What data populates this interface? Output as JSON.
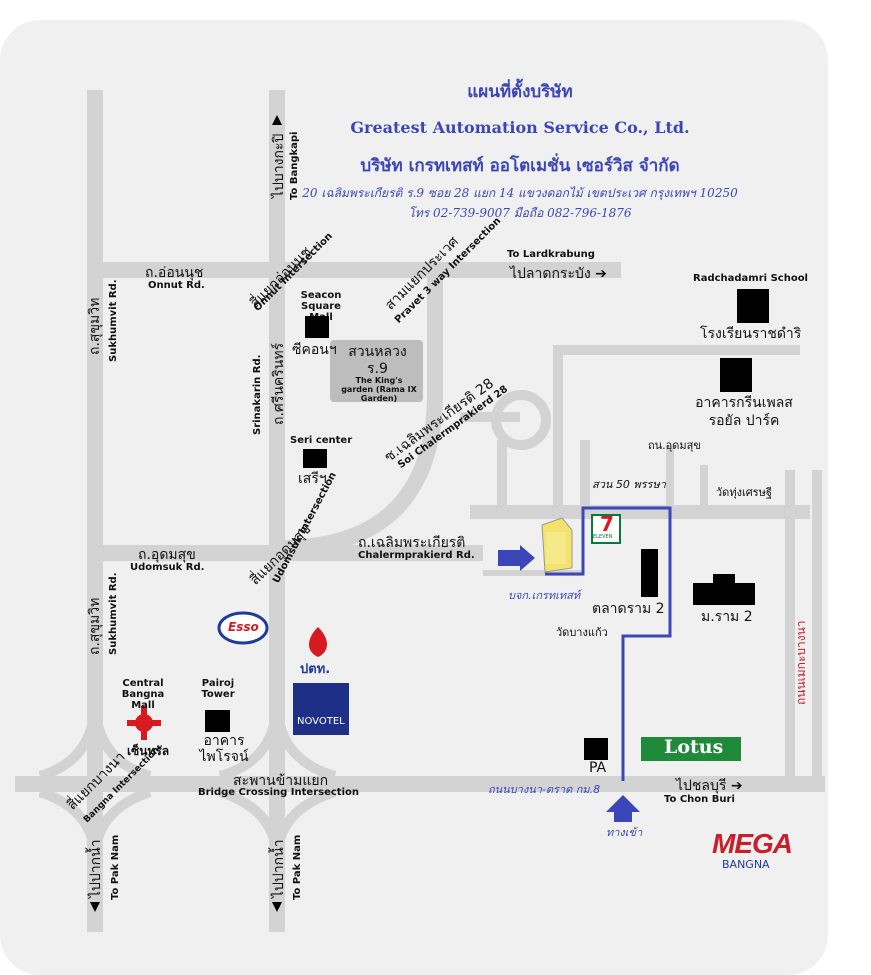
{
  "header": {
    "title_th": "แผนที่ตั้งบริษัท",
    "company_en": "Greatest Automation Service Co., Ltd.",
    "company_th": "บริษัท เกรทเทสท์ ออโตเมชั่น เซอร์วิส จำกัด",
    "address": "20 เฉลิมพระเกียรติ ร.9 ซอย 28 แยก 14 แขวงดอกไม้ เขตประเวศ กรุงเทพฯ 10250",
    "phone": "โทร 02-739-9007 มือถือ 082-796-1876"
  },
  "roads": {
    "to_bangkapi_th": "ไปบางกะปิ",
    "to_bangkapi_en": "To Bangkapi",
    "onnut_th": "ถ.อ่อนนุช",
    "onnut_en": "Onnut Rd.",
    "onnut_int_th": "สี่แยกอ่อนนุช",
    "onnut_int_en": "Onnut Intersection",
    "pravet_int_th": "สามแยกประเวศ",
    "pravet_int_en": "Pravet 3 way Intersection",
    "to_lardkrabung_en": "To Lardkrabung",
    "to_lardkrabung_th": "ไปลาดกระบัง ➔",
    "sukhumvit_th": "ถ.สุขุมวิท",
    "sukhumvit_en": "Sukhumvit Rd.",
    "srinakarin_en": "Srinakarin Rd.",
    "srinakarin_th": "ถ.ศรีนครินทร์",
    "soi28_th": "ซ.เฉลิมพระเกียรติ 28",
    "soi28_en": "Soi Chalermprakierd 28",
    "udomsuk_th": "ถ.อุดมสุข",
    "udomsuk_en": "Udomsuk Rd.",
    "udomsuk_int_th": "สี่แยกอุดมสุข",
    "udomsuk_int_en": "Udomsuk Intersection",
    "chalerm_th": "ถ.เฉลิมพระเกียรติ",
    "chalerm_en": "Chalermprakierd Rd.",
    "bangna_int_th": "สี่แยกบางนา",
    "bangna_int_en": "Bangna Intersection",
    "bridge_th": "สะพานข้ามแยก",
    "bridge_en": "Bridge Crossing Intersection",
    "bangna_trat": "ถนนบางนา-ตราด กม.8",
    "to_chonburi_th": "ไปชลบุรี ➔",
    "to_chonburi_en": "To Chon Buri",
    "to_paknam_th": "ไปปากน้ำ",
    "to_paknam_en": "To Pak Nam",
    "suan50": "สวน 50 พรรษา",
    "udomsuk_small": "ถน.อุดมสุข",
    "wat_thung": "วัดทุ่งเศรษฐี",
    "wat_bangkaeo": "วัดบางแก้ว",
    "entrance": "ทางเข้า",
    "mega_road": "ถนนเมกะบางนา"
  },
  "places": {
    "seacon_en": "Seacon Square Mall",
    "seacon_th": "ซีคอนฯ",
    "rama9_th": "สวนหลวง ร.9",
    "rama9_en": "The King's garden (Rama IX Garden)",
    "seri_en": "Seri center",
    "seri_th": "เสรีฯ",
    "radchadamri_en": "Radchadamri School",
    "radchadamri_th": "โรงเรียนราชดำริ",
    "greenplace_th": "อาคารกรีนเพลส รอยัล ปาร์ค",
    "company_short": "บจก.เกรทเทสท์",
    "talad": "ตลาดราม 2",
    "moo": "ม.ราม 2",
    "central_en": "Central Bangna Mall",
    "central_th": "เซ็นทรัล",
    "pairoj_en": "Pairoj Tower",
    "pairoj_th": "อาคาร ไพโรจน์",
    "pa": "PA",
    "lotus": "Lotus",
    "esso": "Esso",
    "ptt": "ปตท.",
    "novotel": "NOVOTEL",
    "seven": "7",
    "seven_sub": "ELEVEN",
    "mega": "MEGA",
    "mega_sub": "BANGNA"
  },
  "colors": {
    "road": "#d3d3d3",
    "route": "#3b47b8",
    "title": "#3b47b8",
    "lotus": "#1f8a3a",
    "mega": "#c8202a"
  }
}
